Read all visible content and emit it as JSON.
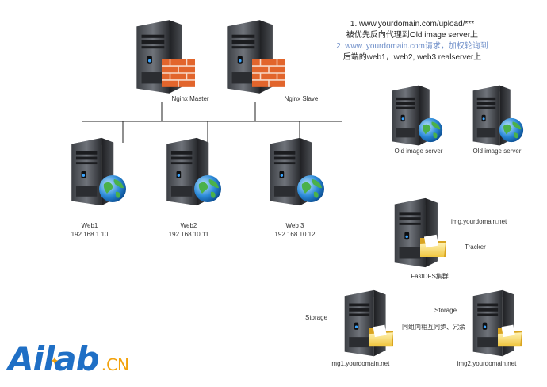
{
  "title_lines": [
    "1. www.yourdomain.com/upload/***",
    "被优先反向代理到Old  image server上",
    "2. www. yourdomain.com请求，加权轮询到",
    "后端的web1，web2, web3  realserver上"
  ],
  "nginx": {
    "master_label": "Nginx Master",
    "slave_label": "Nginx  Slave"
  },
  "web_servers": [
    {
      "name": "Web1",
      "ip": "192.168.1.10"
    },
    {
      "name": "Web2",
      "ip": "192.168.10.11"
    },
    {
      "name": "Web 3",
      "ip": "192.168.10.12"
    }
  ],
  "old_servers": [
    {
      "name": "Old image server"
    },
    {
      "name": "Old image server"
    }
  ],
  "fastdfs": {
    "host_label": "img.yourdomain.net",
    "tracker_label": "Tracker",
    "cluster_label": "FastDFS集群"
  },
  "storage": {
    "left_label": "Storage",
    "right_label": "Storage",
    "sync_label": "同组内相互同步、冗余",
    "node1_label": "img1.yourdomain.net",
    "node2_label": "img2.yourdomain.net"
  },
  "logo": {
    "main": "Ailab",
    "suffix": ".CN"
  },
  "icons": [
    "server-icon",
    "firewall-icon",
    "globe-icon",
    "folder-icon"
  ]
}
